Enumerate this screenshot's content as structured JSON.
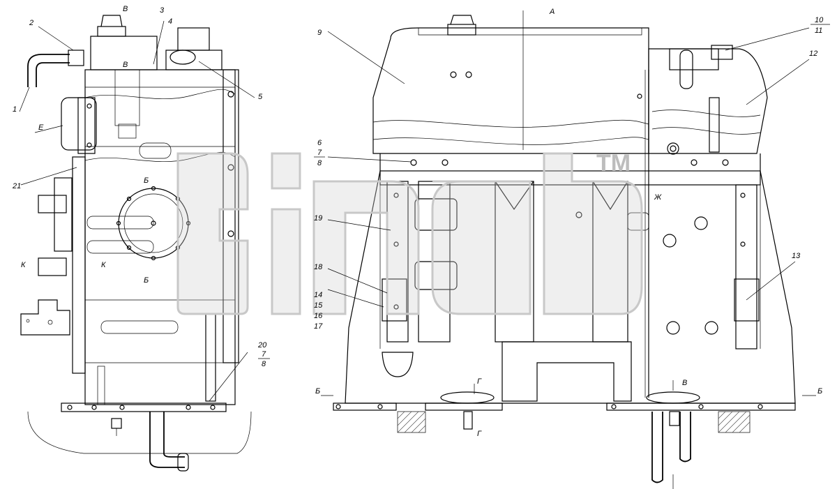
{
  "drawing": {
    "callouts": {
      "c1": "1",
      "c2": "2",
      "c3": "3",
      "c4": "4",
      "c5": "5",
      "c6": "6",
      "c7a": "7",
      "c8a": "8",
      "c9": "9",
      "c10": "10",
      "c11": "11",
      "c12": "12",
      "c13": "13",
      "c14": "14",
      "c15": "15",
      "c16": "16",
      "c17": "17",
      "c18": "18",
      "c19": "19",
      "c20": "20",
      "c7b": "7",
      "c8b": "8",
      "c21": "21"
    },
    "view_labels": {
      "E": "E",
      "B_top": "В",
      "B_top2": "В",
      "B_mid": "Б",
      "B_mid2": "Б",
      "K_left": "К",
      "K_right": "К",
      "A": "А",
      "G_top": "Г",
      "G_bot": "Г",
      "V_low": "В",
      "Zh": "Ж",
      "B3_left": "Б",
      "B3_right": "Б"
    },
    "watermark": {
      "trademark": "TM"
    }
  }
}
